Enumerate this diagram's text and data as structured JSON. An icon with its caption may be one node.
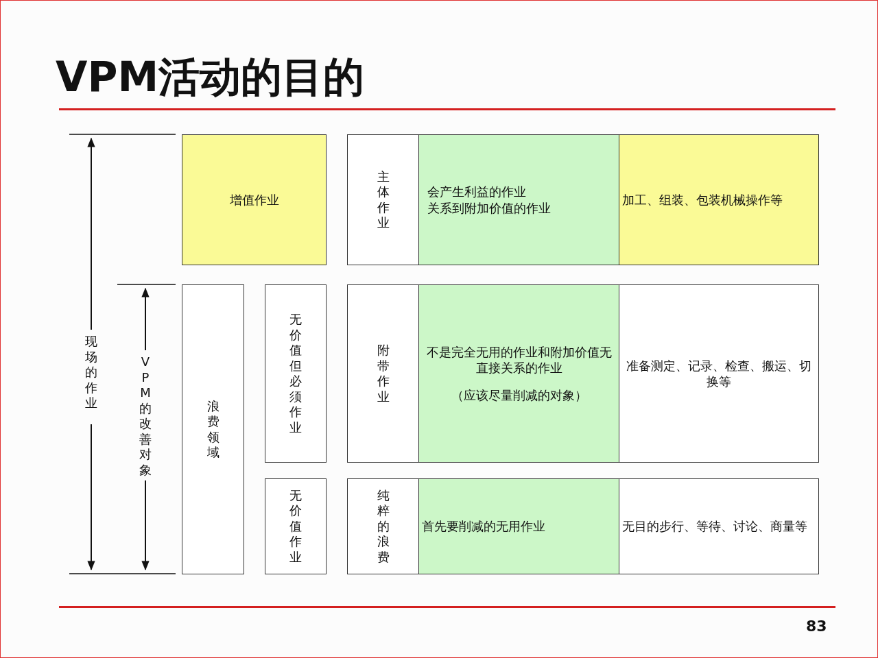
{
  "diagram": {
    "title": "VPM活动的目的",
    "nodes": [
      {
        "text": [
          "增值作业"
        ]
      },
      {
        "text": [
          "主体作业"
        ]
      },
      {
        "text": [
          "会产生利益的作业",
          "关系到附加价值的作业"
        ]
      },
      {
        "text": [
          "加工、组装、包装机械操作等"
        ]
      },
      {
        "text": [
          "浪费领域"
        ]
      },
      {
        "text": [
          "无价值但必须作业"
        ]
      },
      {
        "text": [
          "附带作业"
        ]
      },
      {
        "text": [
          "不是完全无用的作业和附加价值无直接关系的作业",
          "（应该尽量削减的对象）"
        ]
      },
      {
        "text": [
          "准备测定、记录、检查、搬运、切换等"
        ]
      },
      {
        "text": [
          "无价值作业"
        ]
      },
      {
        "text": [
          "纯粹的浪费"
        ]
      },
      {
        "text": [
          "首先要削减的无用作业"
        ]
      },
      {
        "text": [
          "无目的步行、等待、讨论、商量等"
        ]
      }
    ],
    "labels": [
      "现场的作业",
      "VPM的改善对象",
      "83"
    ]
  }
}
